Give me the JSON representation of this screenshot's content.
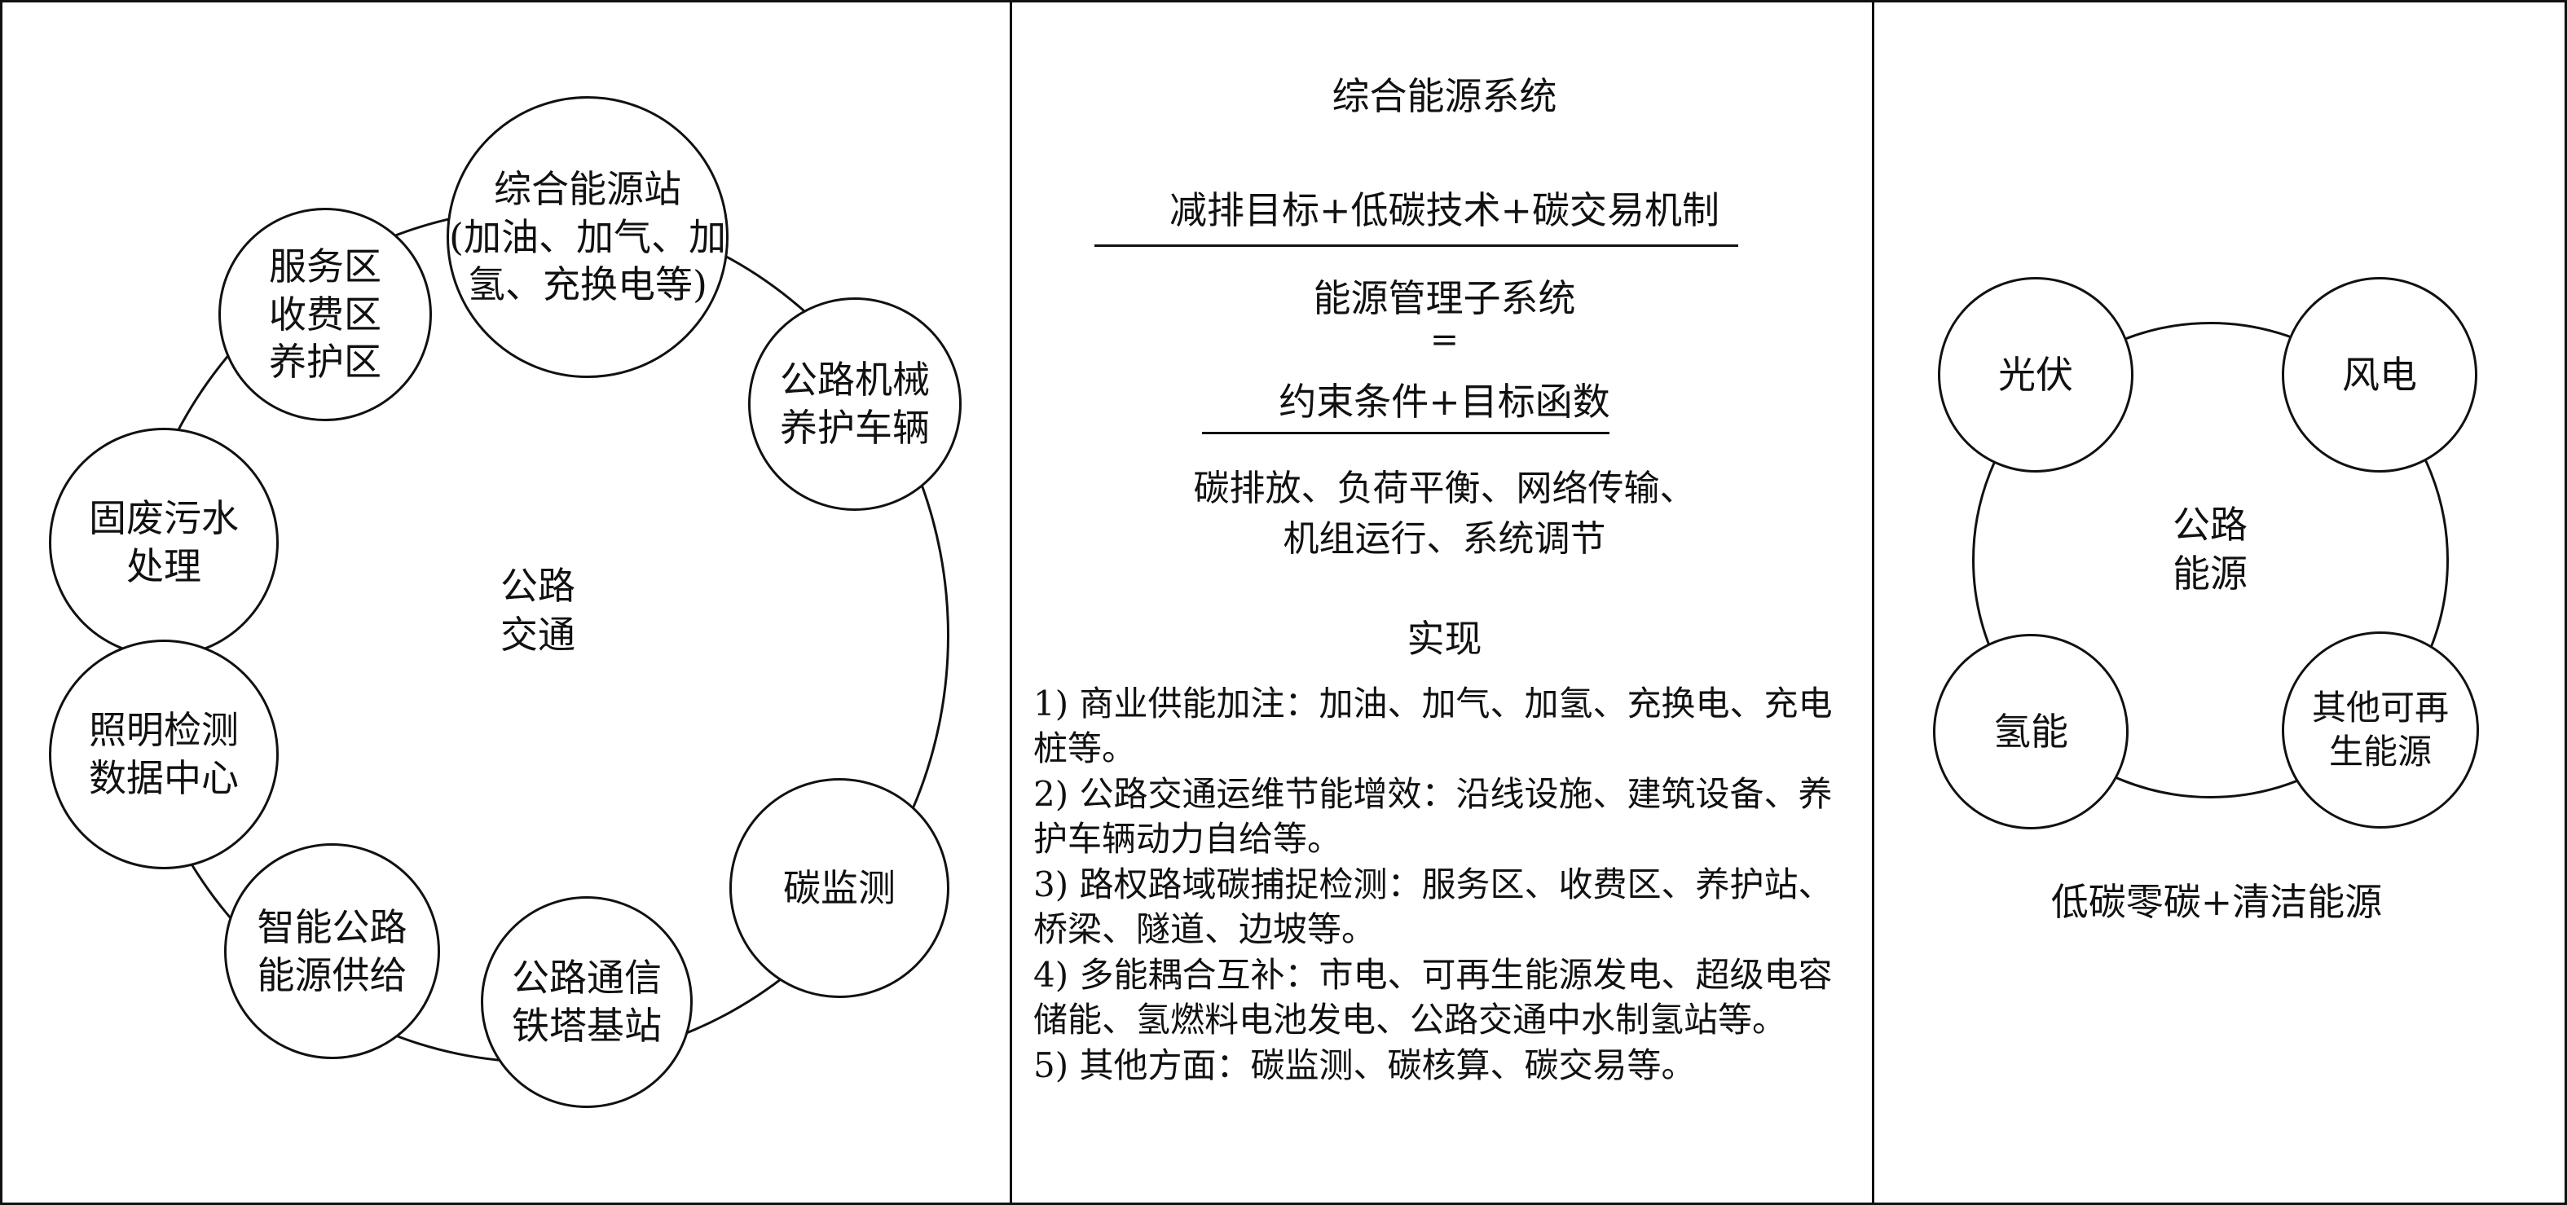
{
  "left": {
    "center_label": "公路\n交通",
    "nodes": [
      {
        "id": "energy-station",
        "text": "综合能源站\n(加油、加气、加\n氢、充换电等)"
      },
      {
        "id": "service-area",
        "text": "服务区\n收费区\n养护区"
      },
      {
        "id": "road-machinery",
        "text": "公路机械\n养护车辆"
      },
      {
        "id": "solid-waste",
        "text": "固废污水\n处理"
      },
      {
        "id": "lighting-data",
        "text": "照明检测\n数据中心"
      },
      {
        "id": "carbon-monitor",
        "text": "碳监测"
      },
      {
        "id": "smart-road-energy",
        "text": "智能公路\n能源供给"
      },
      {
        "id": "telecom-tower",
        "text": "公路通信\n铁塔基站"
      }
    ]
  },
  "middle": {
    "title": "综合能源系统",
    "numerator_top": "减排目标+低碳技术+碳交易机制",
    "subsystem": "能源管理子系统",
    "equals": "=",
    "constraint": "约束条件+目标函数",
    "items_line1": "碳排放、负荷平衡、网络传输、",
    "items_line2": "机组运行、系统调节",
    "realize_title": "实现",
    "realize_items": [
      "1) 商业供能加注：加油、加气、加氢、充换电、充电桩等。",
      "2) 公路交通运维节能增效：沿线设施、建筑设备、养护车辆动力自给等。",
      "3) 路权路域碳捕捉检测：服务区、收费区、养护站、桥梁、隧道、边坡等。",
      "4) 多能耦合互补：市电、可再生能源发电、超级电容储能、氢燃料电池发电、公路交通中水制氢站等。",
      "5) 其他方面：碳监测、碳核算、碳交易等。"
    ]
  },
  "right": {
    "center_label": "公路\n能源",
    "nodes": [
      {
        "id": "pv",
        "text": "光伏"
      },
      {
        "id": "wind",
        "text": "风电"
      },
      {
        "id": "hydrogen",
        "text": "氢能"
      },
      {
        "id": "other-renewable",
        "text": "其他可再\n生能源"
      }
    ],
    "caption": "低碳零碳+清洁能源"
  }
}
